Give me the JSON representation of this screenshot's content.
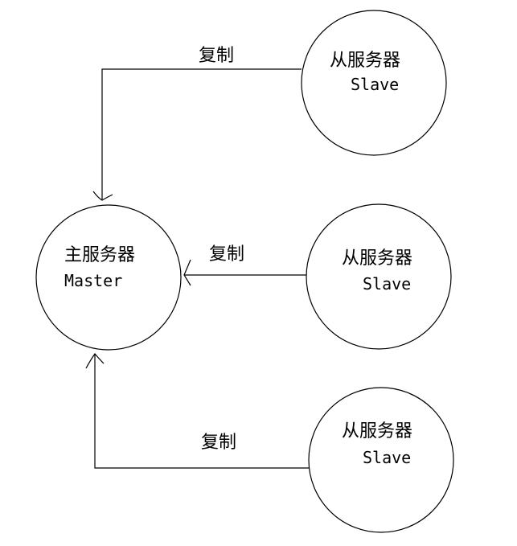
{
  "nodes": {
    "master": {
      "title": "主服务器",
      "subtitle": "Master"
    },
    "slave_top": {
      "title": "从服务器",
      "subtitle": "Slave"
    },
    "slave_middle": {
      "title": "从服务器",
      "subtitle": "Slave"
    },
    "slave_bottom": {
      "title": "从服务器",
      "subtitle": "Slave"
    }
  },
  "edges": {
    "top": {
      "label": "复制"
    },
    "middle": {
      "label": "复制"
    },
    "bottom": {
      "label": "复制"
    }
  },
  "colors": {
    "stroke": "#000000",
    "background": "#ffffff"
  }
}
